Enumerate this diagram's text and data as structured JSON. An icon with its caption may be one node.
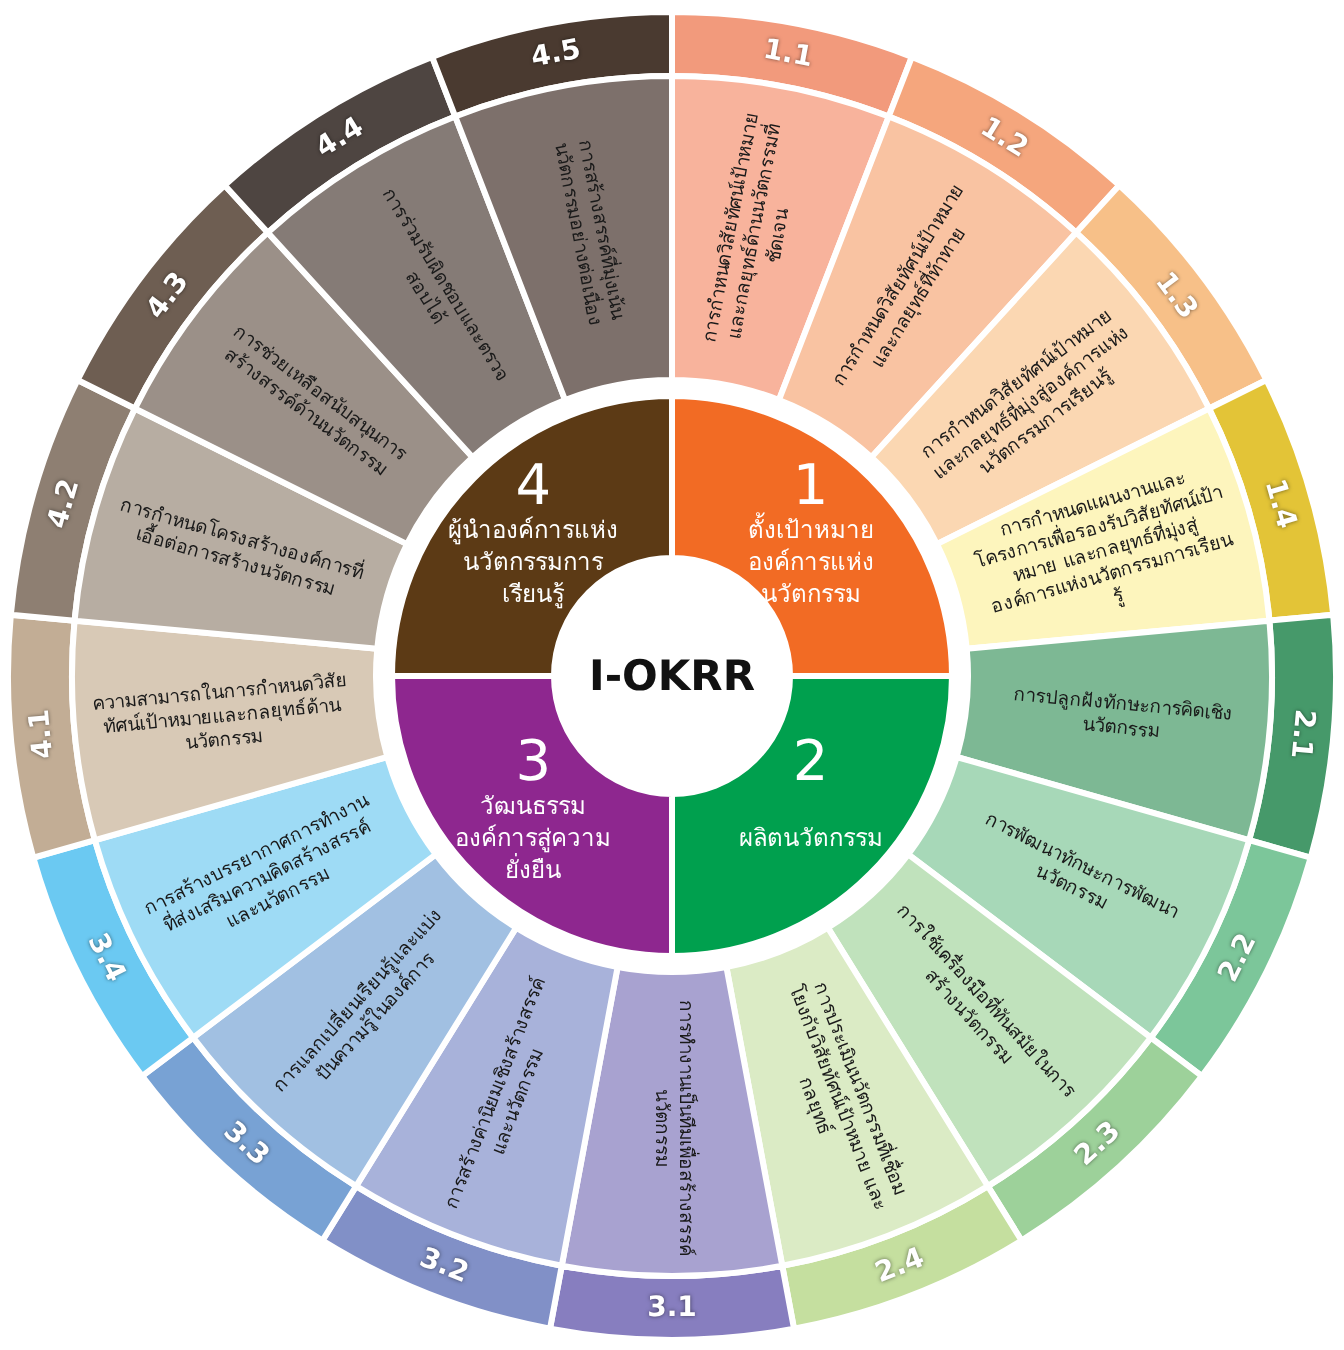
{
  "diagram": {
    "nodes": [
      {
        "text": [
          "I-OKRR"
        ]
      },
      {
        "text": [
          "1",
          "ตั้งเป้าหมายองค์การแห่งนวัตกรรม"
        ]
      },
      {
        "text": [
          "2",
          "ผลิตนวัตกรรม"
        ]
      },
      {
        "text": [
          "3",
          "วัฒนธรรมองค์การสู่ความยั่งยืน"
        ]
      },
      {
        "text": [
          "4",
          "ผู้นำองค์การแห่งนวัตกรรมการเรียนรู้"
        ]
      },
      {
        "text": [
          "1.1",
          "การกำหนดวิสัยทัศน์เป้าหมาย และกลยุทธ์ด้านนวัตกรรมที่ชัดเจน"
        ]
      },
      {
        "text": [
          "1.2",
          "การกำหนดวิสัยทัศน์เป้าหมาย และกลยุทธ์ที่ท้าทาย"
        ]
      },
      {
        "text": [
          "1.3",
          "การกำหนดวิสัยทัศน์เป้าหมาย และกลยุทธ์ที่มุ่งสู่องค์การแห่งนวัตกรรมการเรียนรู้"
        ]
      },
      {
        "text": [
          "1.4",
          "การกำหนดแผนงานและโครงการเพื่อรองรับวิสัยทัศน์เป้าหมาย และกลยุทธ์ที่มุ่งสู่องค์การแห่งนวัตกรรมการเรียนรู้"
        ]
      },
      {
        "text": [
          "2.1",
          "การปลูกฝังทักษะการคิดเชิงนวัตกรรม"
        ]
      },
      {
        "text": [
          "2.2",
          "การพัฒนาทักษะการพัฒนานวัตกรรม"
        ]
      },
      {
        "text": [
          "2.3",
          "การใช้เครื่องมือที่ทันสมัยในการสร้างนวัตกรรม"
        ]
      },
      {
        "text": [
          "2.4",
          "การประเมินนวัตกรรมที่เชื่อมโยงกับวิสัยทัศน์เป้าหมาย และกลยุทธ์"
        ]
      },
      {
        "text": [
          "3.1",
          "การทำงานเป็นทีมเพื่อสร้างสรรค์นวัตกรรม"
        ]
      },
      {
        "text": [
          "3.2",
          "การสร้างค่านิยมเชิงสร้างสรรค์และนวัตกรรม"
        ]
      },
      {
        "text": [
          "3.3",
          "การแลกเปลี่ยนเรียนรู้และแบ่งปันความรู้ในองค์การ"
        ]
      },
      {
        "text": [
          "3.4",
          "การสร้างบรรยากาศการทำงานที่ส่งเสริมความคิดสร้างสรรค์และนวัตกรรม"
        ]
      },
      {
        "text": [
          "4.1",
          "ความสามารถในการกำหนดวิสัยทัศน์เป้าหมายและกลยุทธ์ด้านนวัตกรรม"
        ]
      },
      {
        "text": [
          "4.2",
          "การกำหนดโครงสร้างองค์การที่เอื้อต่อการสร้างนวัตกรรม"
        ]
      },
      {
        "text": [
          "4.3",
          "การช่วยเหลือสนับสนุนการสร้างสรรค์ด้านนวัตกรรม"
        ]
      },
      {
        "text": [
          "4.4",
          "การร่วมรับผิดชอบและตรวจสอบได้"
        ]
      },
      {
        "text": [
          "4.5",
          "การสร้างสรรค์ที่มุ่งเน้นนวัตกรรมอย่างต่อเนื่อง"
        ]
      }
    ],
    "edges": []
  }
}
